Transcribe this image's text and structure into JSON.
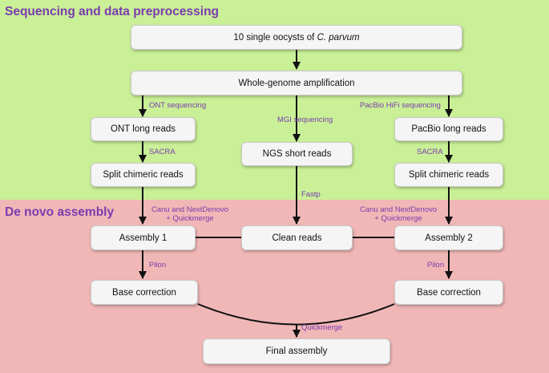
{
  "sections": {
    "top_title": "Sequencing and data preprocessing",
    "bottom_title": "De novo assembly"
  },
  "nodes": {
    "oocysts_prefix": "10 single oocysts of ",
    "oocysts_species": "C. parvum",
    "wga": "Whole-genome amplification",
    "ont_long": "ONT long reads",
    "ngs_short": "NGS short reads",
    "pacbio_long": "PacBio long reads",
    "split_left": "Split chimeric reads",
    "split_right": "Split chimeric reads",
    "assembly1": "Assembly 1",
    "clean_reads": "Clean reads",
    "assembly2": "Assembly 2",
    "base_left": "Base correction",
    "base_right": "Base correction",
    "final": "Final assembly"
  },
  "edge_labels": {
    "ont_seq": "ONT sequencing",
    "mgi_seq": "MGI sequencing",
    "pacbio_seq": "PacBio HiFi sequencing",
    "sacra_left": "SACRA",
    "sacra_right": "SACRA",
    "fastp": "Fastp",
    "canu_left_1": "Canu and NextDenovo",
    "canu_left_2": "+ Quickmerge",
    "canu_right_1": "Canu and NextDenovo",
    "canu_right_2": "+ Quickmerge",
    "pilon_left": "Pilon",
    "pilon_right": "Pilon",
    "quickmerge": "Quickmerge"
  },
  "colors": {
    "top_band": "#c9ef97",
    "bottom_band": "#f1b7b7",
    "label_purple": "#7a3cae",
    "box_fill": "#f5f5f5",
    "line": "#111111"
  }
}
